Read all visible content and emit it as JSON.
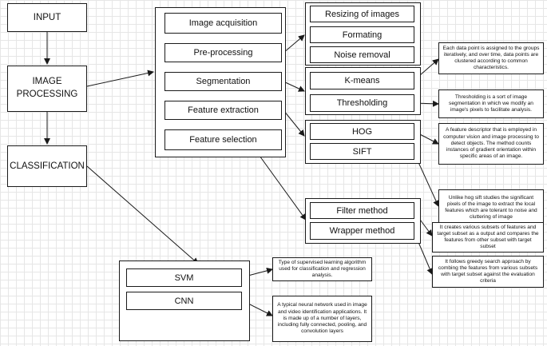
{
  "left_column": {
    "input": "INPUT",
    "image_processing": "IMAGE PROCESSING",
    "classification": "CLASSIFICATION"
  },
  "processing_steps": {
    "image_acquisition": "Image acquisition",
    "pre_processing": "Pre-processing",
    "segmentation": "Segmentation",
    "feature_extraction": "Feature extraction",
    "feature_selection": "Feature selection"
  },
  "pre_processing_methods": {
    "resizing": "Resizing of images",
    "formating": "Formating",
    "noise_removal": "Noise removal"
  },
  "segmentation_methods": {
    "kmeans": "K-means",
    "thresholding": "Thresholding"
  },
  "feature_extraction_methods": {
    "hog": "HOG",
    "sift": "SIFT"
  },
  "feature_selection_methods": {
    "filter": "Filter method",
    "wrapper": "Wrapper method"
  },
  "classifiers": {
    "svm": "SVM",
    "cnn": "CNN"
  },
  "notes": {
    "kmeans": "Each data point is assigned to the groups iteratively, and over time, data points are clustered according to common characteristics.",
    "thresholding": "Thresholding is a sort of image segmentation in which we modify an image's pixels to facilitate analysis.",
    "hog": "A feature descriptor that is employed in computer vision and image processing to detect objects. The method counts instances of gradient orientation within specific areas of an image.",
    "sift": "Unlike hog sift studies the significant pixels of the image to extract the local features which are tolerant to noise and cluttering of image",
    "filter": "It creates various subsets of features and target subset as a output and compares the features from other subset with target subset",
    "wrapper": "It follows greedy search approach by combing the features from various subsets with target subset against the evaluation criteria",
    "svm": "Type of supervised learning algorithm used for classification and regression analysis.",
    "cnn": "A typical neural network used in image and video identification applications. It is made up of a number of layers, including fully connected, pooling, and convolution layers"
  },
  "colors": {
    "line": "#1a1a1a",
    "border": "#1a1a1a",
    "grid": "#e6e6e6",
    "background": "#ffffff"
  }
}
